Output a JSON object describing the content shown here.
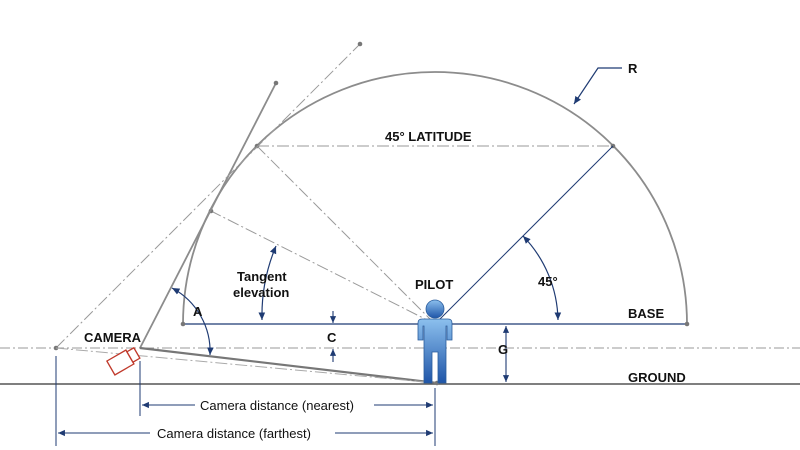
{
  "labels": {
    "radius": "R",
    "latitude": "45° LATITUDE",
    "tangent_line1": "Tangent",
    "tangent_line2": "elevation",
    "pilot": "PILOT",
    "angle_45": "45°",
    "base": "BASE",
    "angle_a": "A",
    "camera": "CAMERA",
    "dim_c": "C",
    "dim_g": "G",
    "ground": "GROUND",
    "camera_nearest": "Camera distance (nearest)",
    "camera_farthest": "Camera distance (farthest)"
  },
  "colors": {
    "arc": "#8c8c8c",
    "dimension": "#1f3b73",
    "construction": "#9a9a9a",
    "camera": "#c0392b",
    "pilot_top": "#7fb2e3",
    "pilot_bottom": "#1f5fb0",
    "ground": "#555555"
  },
  "icons": {
    "pilot": "pilot-figure-icon",
    "camera": "camera-icon"
  }
}
